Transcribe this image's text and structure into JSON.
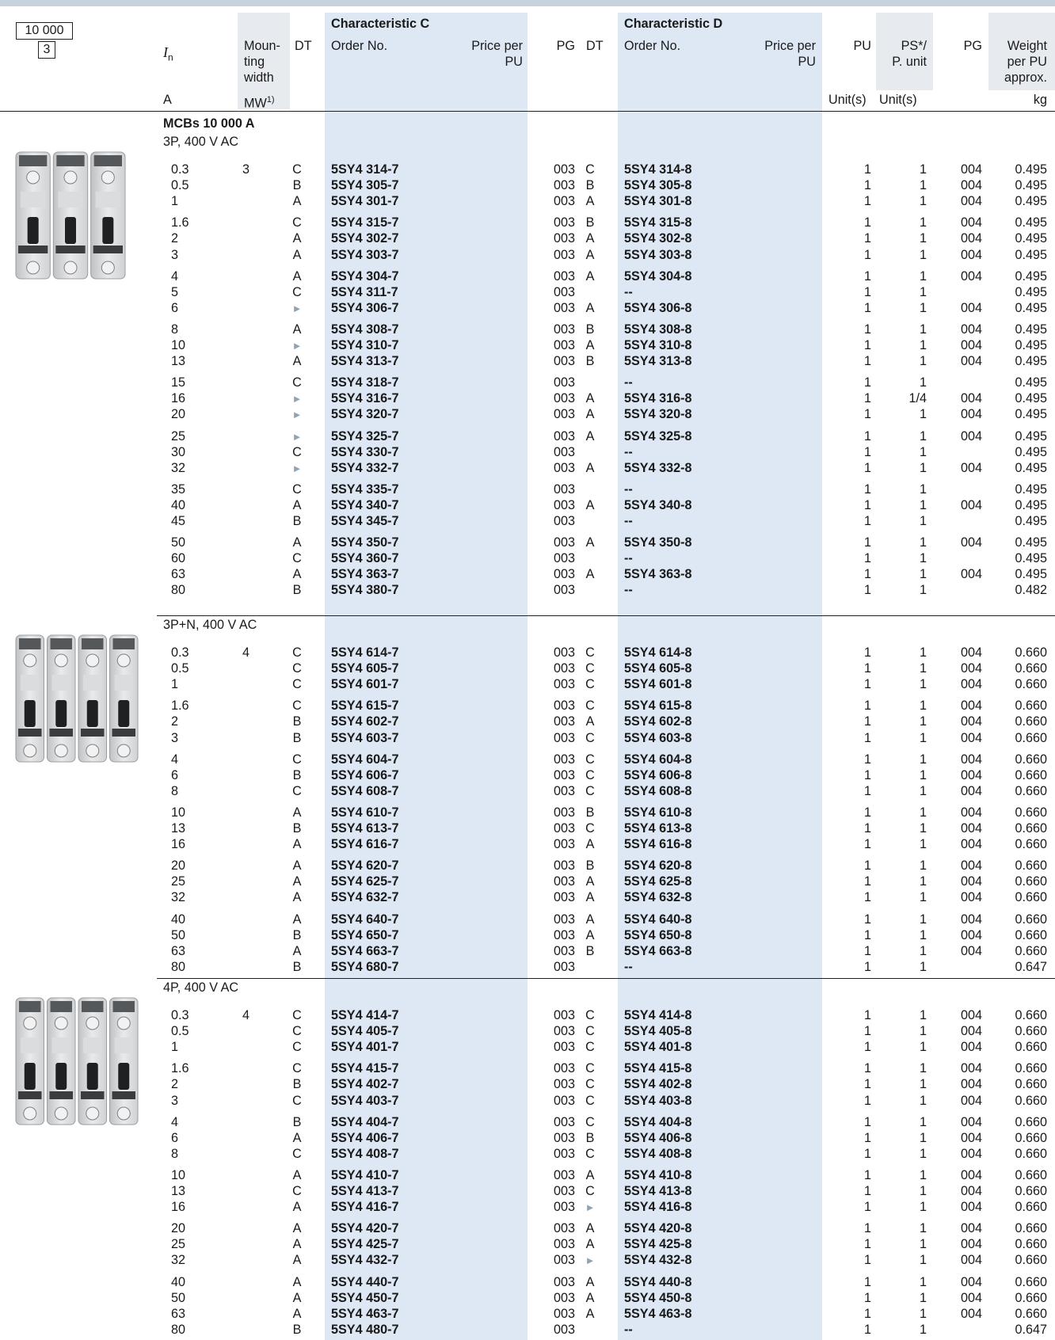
{
  "badge": {
    "value": "10 000",
    "sub": "3"
  },
  "header": {
    "in_label": "I",
    "in_sub": "n",
    "in_unit": "A",
    "mw_label": [
      "Moun-",
      "ting",
      "width"
    ],
    "mw_unit": "MW",
    "mw_sup": "1)",
    "dt_label": "DT",
    "char_c": "Characteristic C",
    "char_d": "Characteristic D",
    "order_no": "Order No.",
    "price": [
      "Price per",
      "PU"
    ],
    "pg": "PG",
    "pu": "PU",
    "pu_unit": "Unit(s)",
    "ps": [
      "PS*/",
      "P. unit"
    ],
    "ps_unit": "Unit(s)",
    "weight": [
      "Weight",
      "per PU",
      "approx."
    ],
    "weight_unit": "kg"
  },
  "table_title": "MCBs 10 000 A",
  "sections": [
    {
      "title": "3P, 400 V AC",
      "mw": "3",
      "icon": "mcb-3-pole-icon",
      "groups": [
        [
          [
            "0.3",
            "C",
            "5SY4 314-7",
            "003",
            "C",
            "5SY4 314-8",
            "1",
            "1",
            "004",
            "0.495"
          ],
          [
            "0.5",
            "B",
            "5SY4 305-7",
            "003",
            "B",
            "5SY4 305-8",
            "1",
            "1",
            "004",
            "0.495"
          ],
          [
            "1",
            "A",
            "5SY4 301-7",
            "003",
            "A",
            "5SY4 301-8",
            "1",
            "1",
            "004",
            "0.495"
          ]
        ],
        [
          [
            "1.6",
            "C",
            "5SY4 315-7",
            "003",
            "B",
            "5SY4 315-8",
            "1",
            "1",
            "004",
            "0.495"
          ],
          [
            "2",
            "A",
            "5SY4 302-7",
            "003",
            "A",
            "5SY4 302-8",
            "1",
            "1",
            "004",
            "0.495"
          ],
          [
            "3",
            "A",
            "5SY4 303-7",
            "003",
            "A",
            "5SY4 303-8",
            "1",
            "1",
            "004",
            "0.495"
          ]
        ],
        [
          [
            "4",
            "A",
            "5SY4 304-7",
            "003",
            "A",
            "5SY4 304-8",
            "1",
            "1",
            "004",
            "0.495"
          ],
          [
            "5",
            "C",
            "5SY4 311-7",
            "003",
            "",
            "--",
            "1",
            "1",
            "",
            "0.495"
          ],
          [
            "6",
            "►",
            "5SY4 306-7",
            "003",
            "A",
            "5SY4 306-8",
            "1",
            "1",
            "004",
            "0.495"
          ]
        ],
        [
          [
            "8",
            "A",
            "5SY4 308-7",
            "003",
            "B",
            "5SY4 308-8",
            "1",
            "1",
            "004",
            "0.495"
          ],
          [
            "10",
            "►",
            "5SY4 310-7",
            "003",
            "A",
            "5SY4 310-8",
            "1",
            "1",
            "004",
            "0.495"
          ],
          [
            "13",
            "A",
            "5SY4 313-7",
            "003",
            "B",
            "5SY4 313-8",
            "1",
            "1",
            "004",
            "0.495"
          ]
        ],
        [
          [
            "15",
            "C",
            "5SY4 318-7",
            "003",
            "",
            "--",
            "1",
            "1",
            "",
            "0.495"
          ],
          [
            "16",
            "►",
            "5SY4 316-7",
            "003",
            "A",
            "5SY4 316-8",
            "1",
            "1/4",
            "004",
            "0.495"
          ],
          [
            "20",
            "►",
            "5SY4 320-7",
            "003",
            "A",
            "5SY4 320-8",
            "1",
            "1",
            "004",
            "0.495"
          ]
        ],
        [
          [
            "25",
            "►",
            "5SY4 325-7",
            "003",
            "A",
            "5SY4 325-8",
            "1",
            "1",
            "004",
            "0.495"
          ],
          [
            "30",
            "C",
            "5SY4 330-7",
            "003",
            "",
            "--",
            "1",
            "1",
            "",
            "0.495"
          ],
          [
            "32",
            "►",
            "5SY4 332-7",
            "003",
            "A",
            "5SY4 332-8",
            "1",
            "1",
            "004",
            "0.495"
          ]
        ],
        [
          [
            "35",
            "C",
            "5SY4 335-7",
            "003",
            "",
            "--",
            "1",
            "1",
            "",
            "0.495"
          ],
          [
            "40",
            "A",
            "5SY4 340-7",
            "003",
            "A",
            "5SY4 340-8",
            "1",
            "1",
            "004",
            "0.495"
          ],
          [
            "45",
            "B",
            "5SY4 345-7",
            "003",
            "",
            "--",
            "1",
            "1",
            "",
            "0.495"
          ]
        ],
        [
          [
            "50",
            "A",
            "5SY4 350-7",
            "003",
            "A",
            "5SY4 350-8",
            "1",
            "1",
            "004",
            "0.495"
          ],
          [
            "60",
            "C",
            "5SY4 360-7",
            "003",
            "",
            "--",
            "1",
            "1",
            "",
            "0.495"
          ],
          [
            "63",
            "A",
            "5SY4 363-7",
            "003",
            "A",
            "5SY4 363-8",
            "1",
            "1",
            "004",
            "0.495"
          ],
          [
            "80",
            "B",
            "5SY4 380-7",
            "003",
            "",
            "--",
            "1",
            "1",
            "",
            "0.482"
          ]
        ]
      ]
    },
    {
      "title": "3P+N, 400 V AC",
      "mw": "4",
      "icon": "mcb-4-pole-icon",
      "groups": [
        [
          [
            "0.3",
            "C",
            "5SY4 614-7",
            "003",
            "C",
            "5SY4 614-8",
            "1",
            "1",
            "004",
            "0.660"
          ],
          [
            "0.5",
            "C",
            "5SY4 605-7",
            "003",
            "C",
            "5SY4 605-8",
            "1",
            "1",
            "004",
            "0.660"
          ],
          [
            "1",
            "C",
            "5SY4 601-7",
            "003",
            "C",
            "5SY4 601-8",
            "1",
            "1",
            "004",
            "0.660"
          ]
        ],
        [
          [
            "1.6",
            "C",
            "5SY4 615-7",
            "003",
            "C",
            "5SY4 615-8",
            "1",
            "1",
            "004",
            "0.660"
          ],
          [
            "2",
            "B",
            "5SY4 602-7",
            "003",
            "A",
            "5SY4 602-8",
            "1",
            "1",
            "004",
            "0.660"
          ],
          [
            "3",
            "B",
            "5SY4 603-7",
            "003",
            "C",
            "5SY4 603-8",
            "1",
            "1",
            "004",
            "0.660"
          ]
        ],
        [
          [
            "4",
            "C",
            "5SY4 604-7",
            "003",
            "C",
            "5SY4 604-8",
            "1",
            "1",
            "004",
            "0.660"
          ],
          [
            "6",
            "B",
            "5SY4 606-7",
            "003",
            "C",
            "5SY4 606-8",
            "1",
            "1",
            "004",
            "0.660"
          ],
          [
            "8",
            "C",
            "5SY4 608-7",
            "003",
            "C",
            "5SY4 608-8",
            "1",
            "1",
            "004",
            "0.660"
          ]
        ],
        [
          [
            "10",
            "A",
            "5SY4 610-7",
            "003",
            "B",
            "5SY4 610-8",
            "1",
            "1",
            "004",
            "0.660"
          ],
          [
            "13",
            "B",
            "5SY4 613-7",
            "003",
            "C",
            "5SY4 613-8",
            "1",
            "1",
            "004",
            "0.660"
          ],
          [
            "16",
            "A",
            "5SY4 616-7",
            "003",
            "A",
            "5SY4 616-8",
            "1",
            "1",
            "004",
            "0.660"
          ]
        ],
        [
          [
            "20",
            "A",
            "5SY4 620-7",
            "003",
            "B",
            "5SY4 620-8",
            "1",
            "1",
            "004",
            "0.660"
          ],
          [
            "25",
            "A",
            "5SY4 625-7",
            "003",
            "A",
            "5SY4 625-8",
            "1",
            "1",
            "004",
            "0.660"
          ],
          [
            "32",
            "A",
            "5SY4 632-7",
            "003",
            "A",
            "5SY4 632-8",
            "1",
            "1",
            "004",
            "0.660"
          ]
        ],
        [
          [
            "40",
            "A",
            "5SY4 640-7",
            "003",
            "A",
            "5SY4 640-8",
            "1",
            "1",
            "004",
            "0.660"
          ],
          [
            "50",
            "B",
            "5SY4 650-7",
            "003",
            "A",
            "5SY4 650-8",
            "1",
            "1",
            "004",
            "0.660"
          ],
          [
            "63",
            "A",
            "5SY4 663-7",
            "003",
            "B",
            "5SY4 663-8",
            "1",
            "1",
            "004",
            "0.660"
          ],
          [
            "80",
            "B",
            "5SY4 680-7",
            "003",
            "",
            "--",
            "1",
            "1",
            "",
            "0.647"
          ]
        ]
      ]
    },
    {
      "title": "4P, 400 V AC",
      "mw": "4",
      "icon": "mcb-4-pole-icon",
      "groups": [
        [
          [
            "0.3",
            "C",
            "5SY4 414-7",
            "003",
            "C",
            "5SY4 414-8",
            "1",
            "1",
            "004",
            "0.660"
          ],
          [
            "0.5",
            "C",
            "5SY4 405-7",
            "003",
            "C",
            "5SY4 405-8",
            "1",
            "1",
            "004",
            "0.660"
          ],
          [
            "1",
            "C",
            "5SY4 401-7",
            "003",
            "C",
            "5SY4 401-8",
            "1",
            "1",
            "004",
            "0.660"
          ]
        ],
        [
          [
            "1.6",
            "C",
            "5SY4 415-7",
            "003",
            "C",
            "5SY4 415-8",
            "1",
            "1",
            "004",
            "0.660"
          ],
          [
            "2",
            "B",
            "5SY4 402-7",
            "003",
            "C",
            "5SY4 402-8",
            "1",
            "1",
            "004",
            "0.660"
          ],
          [
            "3",
            "C",
            "5SY4 403-7",
            "003",
            "C",
            "5SY4 403-8",
            "1",
            "1",
            "004",
            "0.660"
          ]
        ],
        [
          [
            "4",
            "B",
            "5SY4 404-7",
            "003",
            "C",
            "5SY4 404-8",
            "1",
            "1",
            "004",
            "0.660"
          ],
          [
            "6",
            "A",
            "5SY4 406-7",
            "003",
            "B",
            "5SY4 406-8",
            "1",
            "1",
            "004",
            "0.660"
          ],
          [
            "8",
            "C",
            "5SY4 408-7",
            "003",
            "C",
            "5SY4 408-8",
            "1",
            "1",
            "004",
            "0.660"
          ]
        ],
        [
          [
            "10",
            "A",
            "5SY4 410-7",
            "003",
            "A",
            "5SY4 410-8",
            "1",
            "1",
            "004",
            "0.660"
          ],
          [
            "13",
            "C",
            "5SY4 413-7",
            "003",
            "C",
            "5SY4 413-8",
            "1",
            "1",
            "004",
            "0.660"
          ],
          [
            "16",
            "A",
            "5SY4 416-7",
            "003",
            "►",
            "5SY4 416-8",
            "1",
            "1",
            "004",
            "0.660"
          ]
        ],
        [
          [
            "20",
            "A",
            "5SY4 420-7",
            "003",
            "A",
            "5SY4 420-8",
            "1",
            "1",
            "004",
            "0.660"
          ],
          [
            "25",
            "A",
            "5SY4 425-7",
            "003",
            "A",
            "5SY4 425-8",
            "1",
            "1",
            "004",
            "0.660"
          ],
          [
            "32",
            "A",
            "5SY4 432-7",
            "003",
            "►",
            "5SY4 432-8",
            "1",
            "1",
            "004",
            "0.660"
          ]
        ],
        [
          [
            "40",
            "A",
            "5SY4 440-7",
            "003",
            "A",
            "5SY4 440-8",
            "1",
            "1",
            "004",
            "0.660"
          ],
          [
            "50",
            "A",
            "5SY4 450-7",
            "003",
            "A",
            "5SY4 450-8",
            "1",
            "1",
            "004",
            "0.660"
          ],
          [
            "63",
            "A",
            "5SY4 463-7",
            "003",
            "A",
            "5SY4 463-8",
            "1",
            "1",
            "004",
            "0.660"
          ],
          [
            "80",
            "B",
            "5SY4 480-7",
            "003",
            "",
            "--",
            "1",
            "1",
            "",
            "0.647"
          ]
        ]
      ]
    }
  ],
  "colors": {
    "column_shade": "#dde8f4",
    "header_shade": "#e7ebef",
    "accent_bar": "#c6d2de",
    "marker": "#8fa3b6"
  }
}
